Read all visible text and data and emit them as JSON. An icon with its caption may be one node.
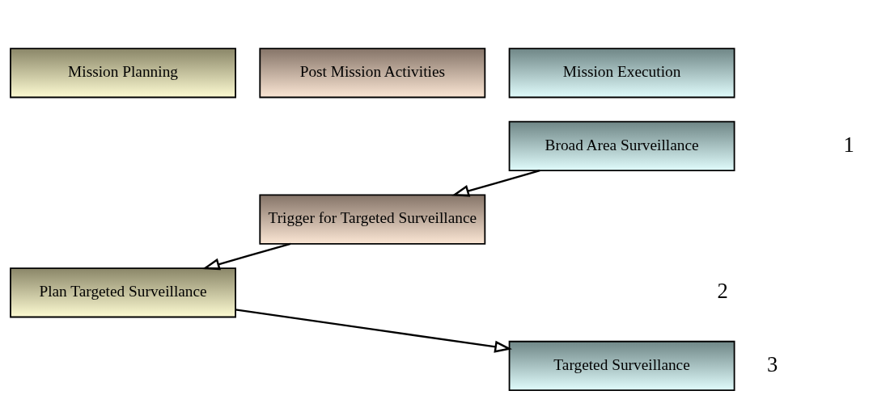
{
  "diagram": {
    "nodes": [
      {
        "text": [
          "Mission Planning"
        ]
      },
      {
        "text": [
          "Mission Execution"
        ]
      },
      {
        "text": [
          "Post Mission Activities"
        ]
      },
      {
        "text": [
          "Broad Area Surveillance"
        ]
      },
      {
        "text": [
          "Trigger for Targeted Surveillance"
        ]
      },
      {
        "text": [
          "Plan Targeted Surveillance"
        ]
      },
      {
        "text": [
          "Targeted Surveillance"
        ]
      }
    ],
    "edges": [
      {
        "from": 3,
        "to": 4,
        "arrow": "to"
      },
      {
        "from": 4,
        "to": 5,
        "arrow": "to"
      },
      {
        "from": 5,
        "to": 6,
        "arrow": "to"
      }
    ],
    "labels": [
      "1",
      "2",
      "3"
    ]
  }
}
